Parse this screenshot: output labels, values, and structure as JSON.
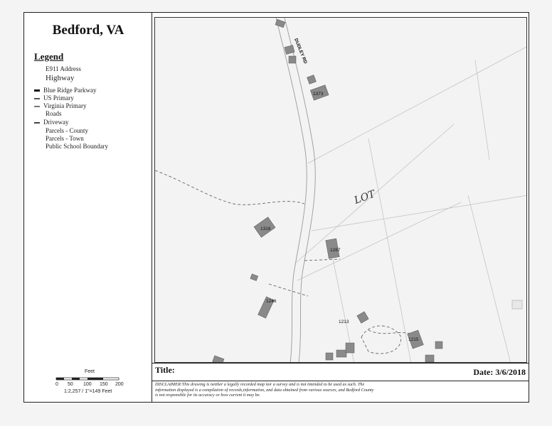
{
  "map_title": "Bedford, VA",
  "legend": {
    "heading": "Legend",
    "items": [
      {
        "label": "E911 Address",
        "swatch": ""
      },
      {
        "label": "Highway",
        "swatch": ""
      },
      {
        "label": "Blue Ridge Parkway",
        "swatch": "#111111"
      },
      {
        "label": "US Primary",
        "swatch": "#555555"
      },
      {
        "label": "Virginia Primary",
        "swatch": "#777777"
      },
      {
        "label": "Roads",
        "swatch": ""
      },
      {
        "label": "Driveway",
        "swatch": "#444444"
      },
      {
        "label": "Parcels - County",
        "swatch": ""
      },
      {
        "label": "Parcels - Town",
        "swatch": ""
      },
      {
        "label": "Public School Boundary",
        "swatch": ""
      }
    ]
  },
  "scale": {
    "unit": "Feet",
    "ticks": [
      "0",
      "50",
      "100",
      "150",
      "200"
    ],
    "ratio": "1:2,257 / 1\"=149 Feet"
  },
  "map": {
    "road_name": "DUDLEY RD",
    "handwritten_note": "LOT",
    "addresses": [
      "1373",
      "1316",
      "1287",
      "1246",
      "1213",
      "1215"
    ]
  },
  "footer": {
    "title_label": "Title:",
    "date": "Date: 3/6/2018",
    "disclaimer_lines": [
      "DISCLAIMER:This drawing is neither a legally recorded map nor a survey and is not intended to be used as such.  The",
      "information displayed is a compilation of records,information, and data obtained from various sources, and Bedford County",
      "is not responsible for its accuracy or how current it may be."
    ]
  },
  "colors": {
    "map_background": "#f3f3f3",
    "building": "#8a8a8a",
    "parcel_line": "#bdbdbd"
  }
}
